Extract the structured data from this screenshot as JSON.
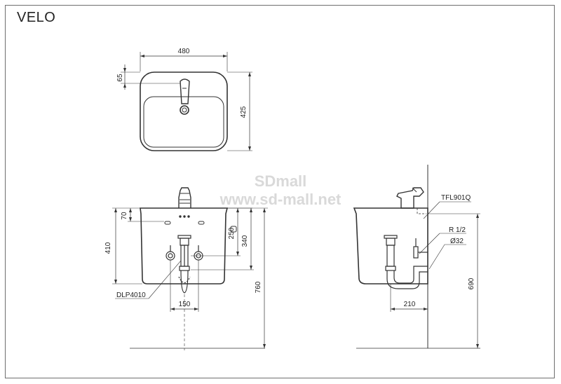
{
  "title": "VELO",
  "watermark": {
    "line1": "SDmall",
    "line2": "www.sd-mall.net"
  },
  "top_view": {
    "width": "480",
    "tap_offset": "65",
    "depth": "425"
  },
  "front_view": {
    "d70": "70",
    "d410": "410",
    "d250": "250",
    "d340": "340",
    "d760": "760",
    "d150": "150",
    "drain_label": "DLP4010"
  },
  "side_view": {
    "faucet_label": "TFL901Q",
    "pipe_thread": "R 1/2",
    "pipe_dia": "Ø32",
    "d210": "210",
    "d690": "690"
  }
}
